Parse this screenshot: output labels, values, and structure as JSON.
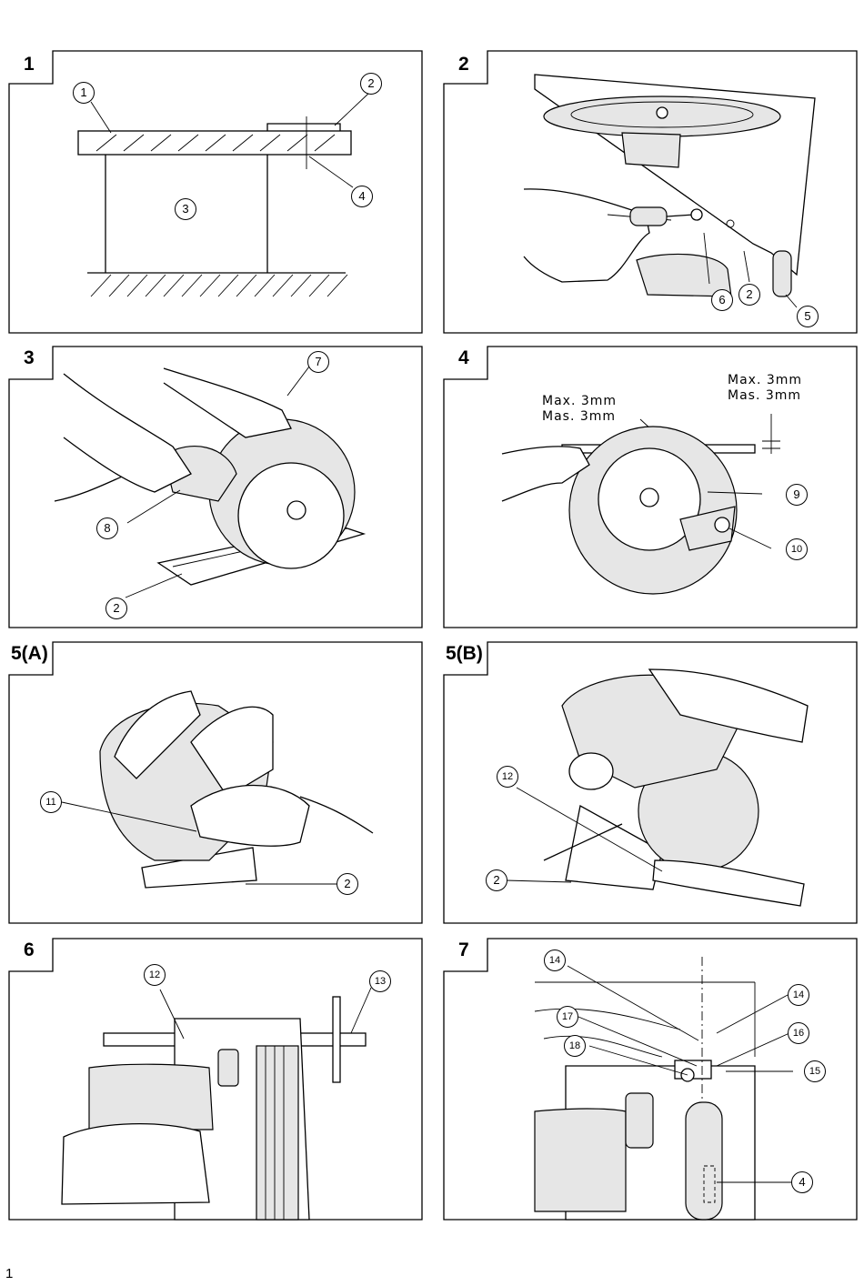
{
  "figures": [
    {
      "number": "1",
      "callouts": [
        "1",
        "2",
        "3",
        "4"
      ]
    },
    {
      "number": "2",
      "callouts": [
        "6",
        "2",
        "5"
      ]
    },
    {
      "number": "3",
      "callouts": [
        "7",
        "8",
        "2"
      ]
    },
    {
      "number": "4",
      "callouts": [
        "9",
        "10"
      ],
      "dimensions": [
        "Max. 3mm",
        "Mas. 3mm",
        "Max. 3mm",
        "Mas. 3mm"
      ]
    },
    {
      "number": "5(A)",
      "callouts": [
        "11",
        "2"
      ]
    },
    {
      "number": "5(B)",
      "callouts": [
        "12",
        "2"
      ]
    },
    {
      "number": "6",
      "callouts": [
        "12",
        "13"
      ]
    },
    {
      "number": "7",
      "callouts": [
        "14",
        "14",
        "17",
        "16",
        "18",
        "15",
        "4"
      ]
    }
  ],
  "page_number": "1"
}
